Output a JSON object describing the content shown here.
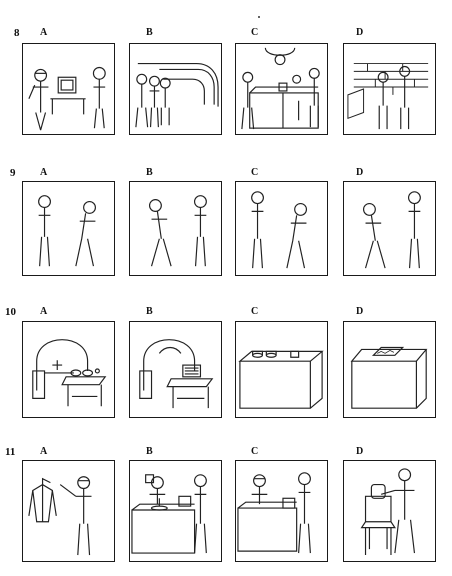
{
  "questions": [
    {
      "number": "8",
      "options": [
        "A",
        "B",
        "C",
        "D"
      ]
    },
    {
      "number": "9",
      "options": [
        "A",
        "B",
        "C",
        "D"
      ]
    },
    {
      "number": "10",
      "options": [
        "A",
        "B",
        "C",
        "D"
      ]
    },
    {
      "number": "11",
      "options": [
        "A",
        "B",
        "C",
        "D"
      ]
    }
  ],
  "icons": {
    "q8": [
      "teacher-with-computer",
      "people-by-train",
      "woman-at-counter",
      "boy-and-man-by-wall"
    ],
    "q9": [
      "woman-and-old-man",
      "old-man-and-woman",
      "man-and-old-man",
      "old-man-and-man"
    ],
    "q10": [
      "armchair-with-table",
      "armchair-with-table-and-book",
      "box-with-cups",
      "box-with-picture"
    ],
    "q11": [
      "man-holding-coat",
      "shop-counter-scene",
      "shop-counter-scene-2",
      "woman-at-chair"
    ]
  }
}
